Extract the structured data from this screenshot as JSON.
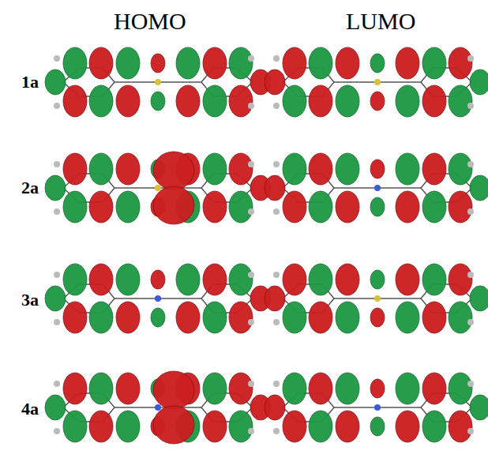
{
  "diagram": {
    "labels": [
      "HOMO",
      "LUMO",
      "1a",
      "2a",
      "3a",
      "4a"
    ]
  }
}
